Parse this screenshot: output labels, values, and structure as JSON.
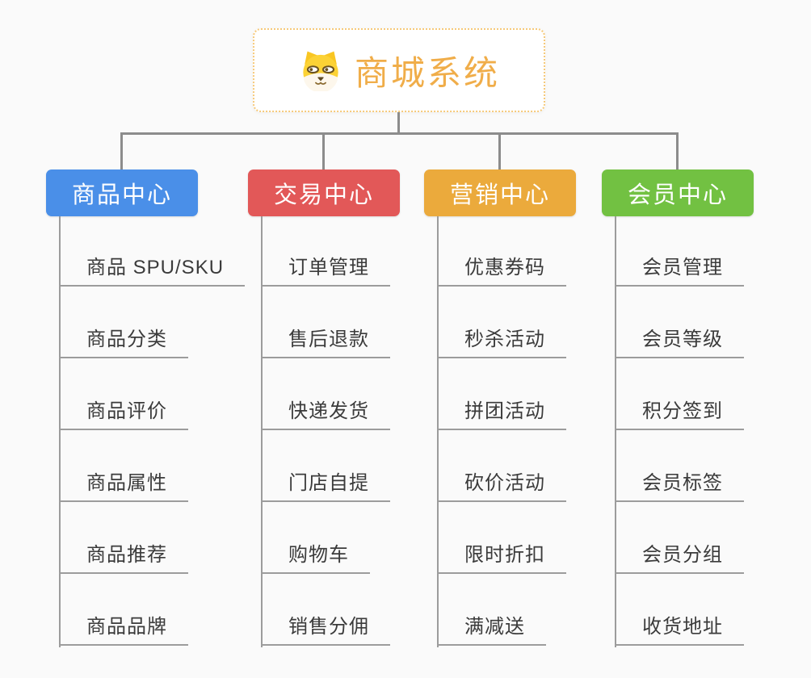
{
  "background": "#fafafa",
  "connector_color": "#8c8c8c",
  "underline_color": "#9c9c9c",
  "root": {
    "label": "商城系统",
    "icon": "dog-face-icon",
    "text_color": "#f0ad49",
    "border_color": "#f6c979"
  },
  "branches": [
    {
      "label": "商品中心",
      "color": "#4a8fe8",
      "items": [
        "商品 SPU/SKU",
        "商品分类",
        "商品评价",
        "商品属性",
        "商品推荐",
        "商品品牌"
      ]
    },
    {
      "label": "交易中心",
      "color": "#e25858",
      "items": [
        "订单管理",
        "售后退款",
        "快递发货",
        "门店自提",
        "购物车",
        "销售分佣"
      ]
    },
    {
      "label": "营销中心",
      "color": "#ebaa3c",
      "items": [
        "优惠券码",
        "秒杀活动",
        "拼团活动",
        "砍价活动",
        "限时折扣",
        "满减送"
      ]
    },
    {
      "label": "会员中心",
      "color": "#72c142",
      "items": [
        "会员管理",
        "会员等级",
        "积分签到",
        "会员标签",
        "会员分组",
        "收货地址"
      ]
    }
  ]
}
